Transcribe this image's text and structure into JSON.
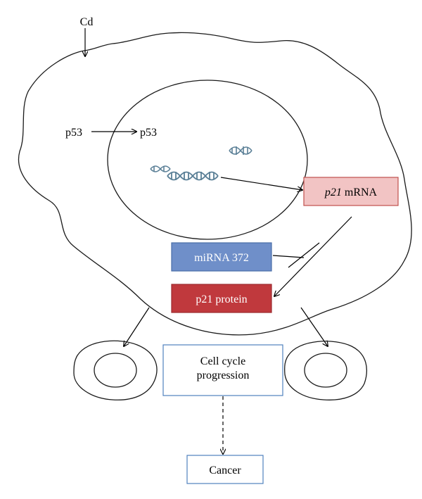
{
  "labels": {
    "cd": "Cd",
    "p53_outside": "p53",
    "p53_inside": "p53",
    "p21_mrna_gene": "p21",
    "p21_mrna_suffix": " mRNA",
    "mirna": "miRNA 372",
    "p21_protein": "p21 protein",
    "cell_cycle_line1": "Cell cycle",
    "cell_cycle_line2": "progression",
    "cancer": "Cancer"
  },
  "colors": {
    "mrna_fill": "#f2c4c4",
    "mrna_stroke": "#c0504d",
    "mirna_fill": "#6f8fc9",
    "mirna_stroke": "#4a6ea8",
    "protein_fill": "#c0393d",
    "protein_stroke": "#9b2a2e",
    "outcome_stroke": "#4f81bd",
    "dna": "#5a7f96"
  },
  "icons": {
    "dna": "dna-helix-icon"
  }
}
